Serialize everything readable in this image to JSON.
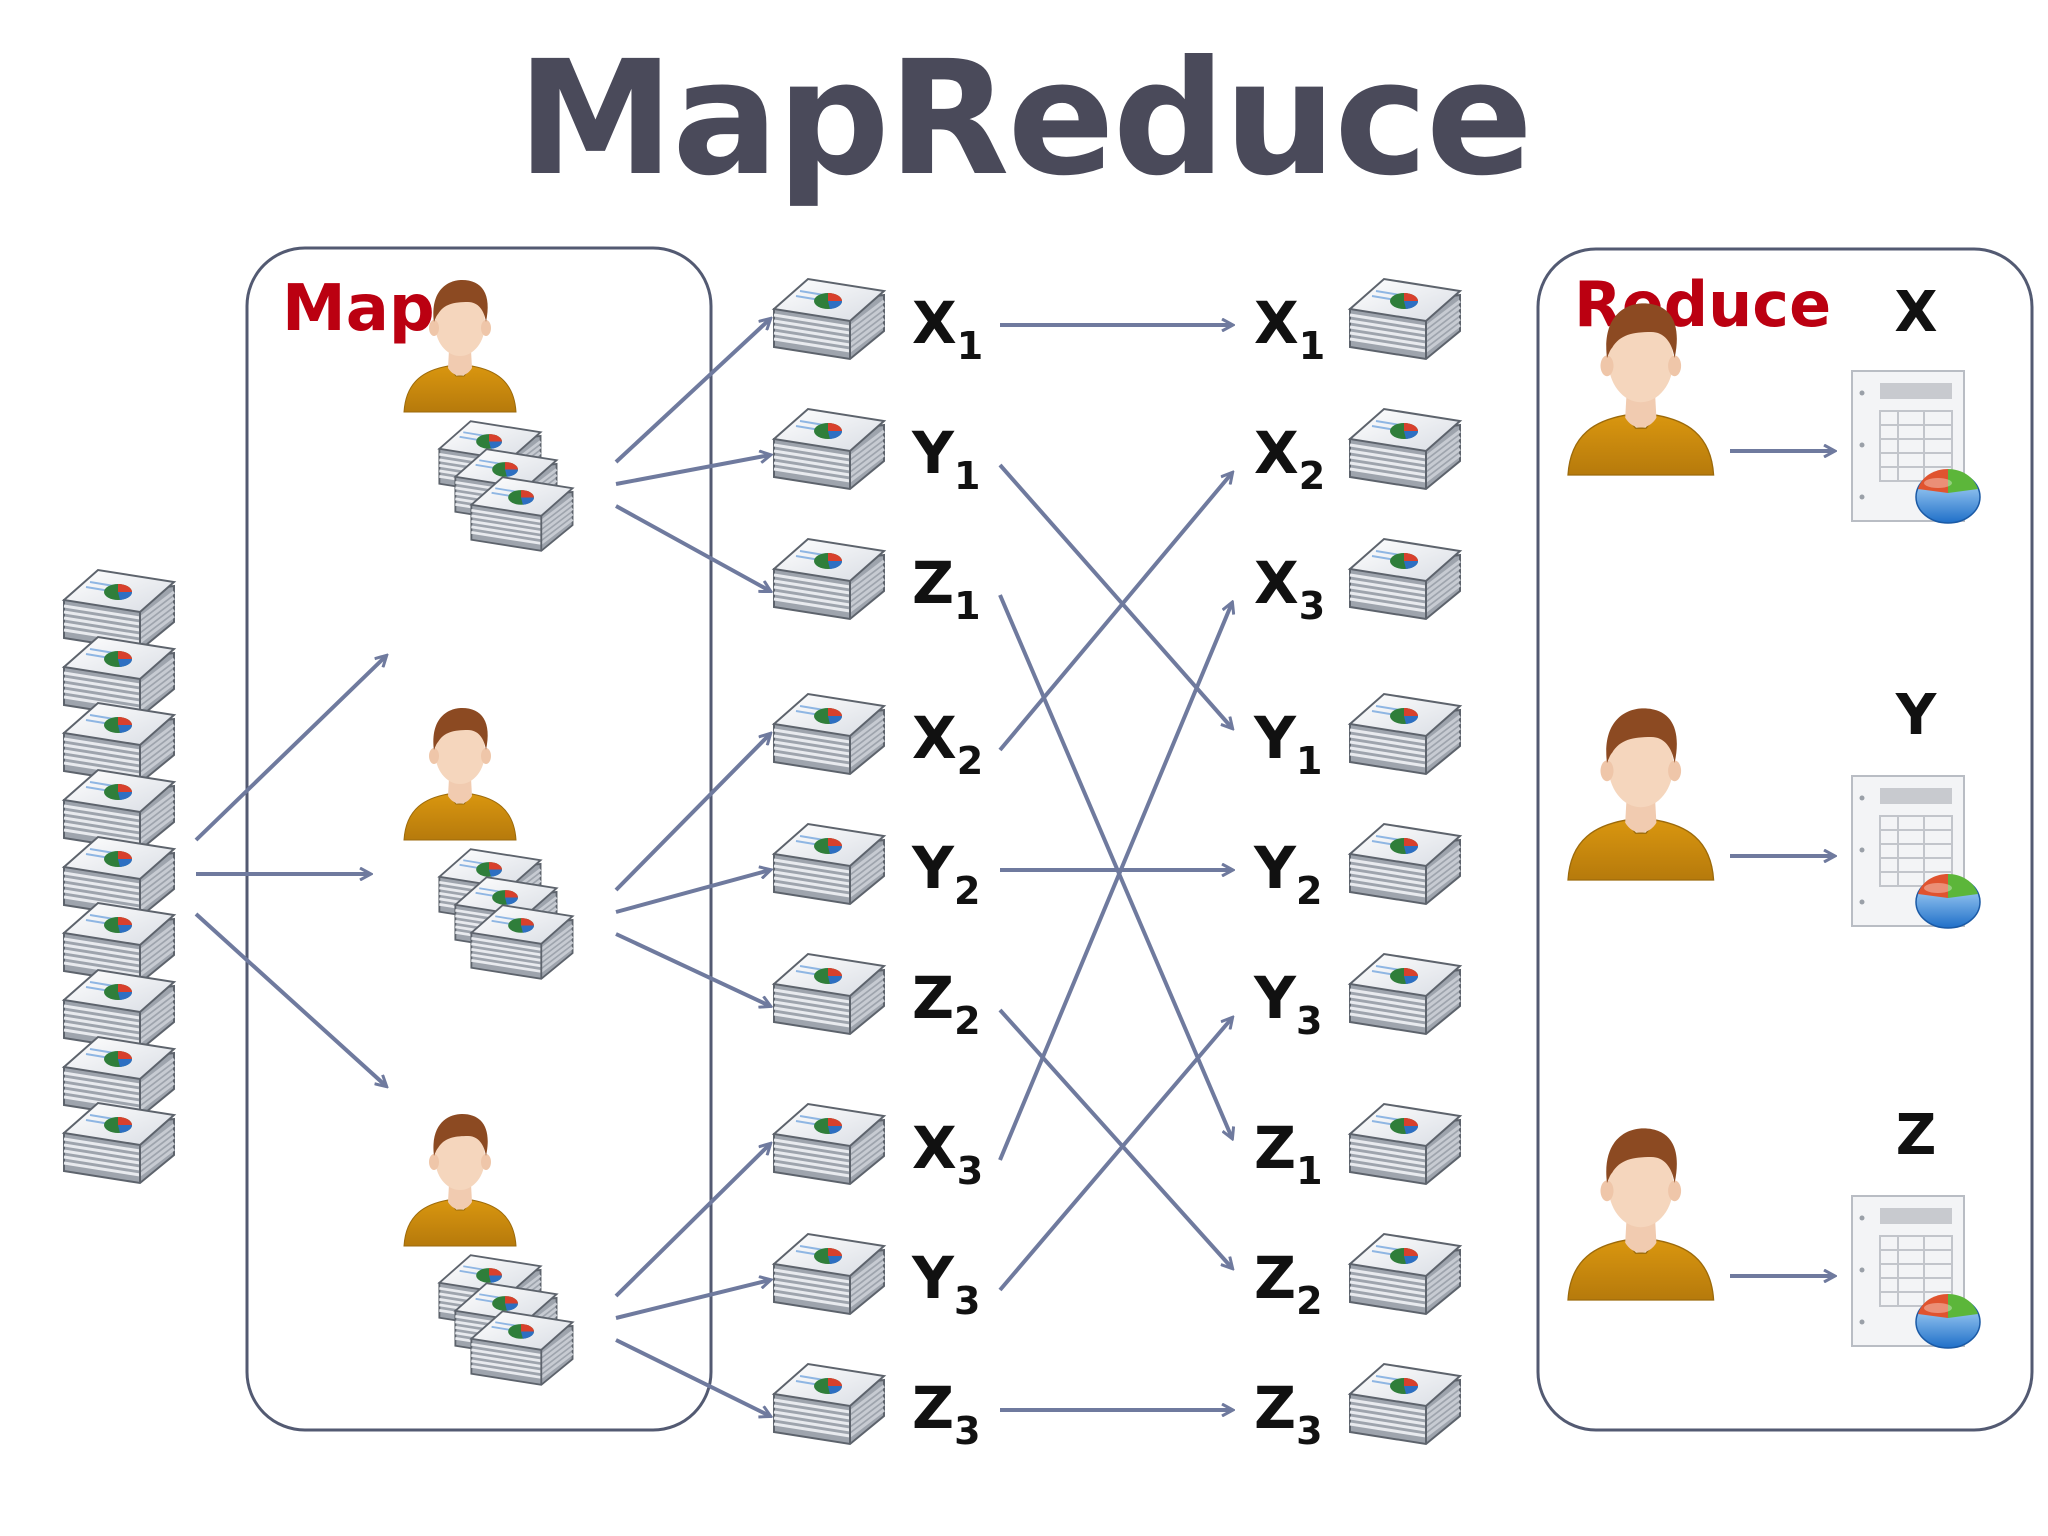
{
  "title": "MapReduce",
  "map_label": "Map",
  "reduce_label": "Reduce",
  "colors": {
    "title": "#4a4a5a",
    "accent_red": "#bb0011",
    "arrow": "#6f7a9e",
    "box_border": "#535a72",
    "shirt": "#c98a10",
    "skin": "#f5d3b8",
    "hair": "#8c4a22"
  },
  "intermediate_left": [
    {
      "letter": "X",
      "sub": "1"
    },
    {
      "letter": "Y",
      "sub": "1"
    },
    {
      "letter": "Z",
      "sub": "1"
    },
    {
      "letter": "X",
      "sub": "2"
    },
    {
      "letter": "Y",
      "sub": "2"
    },
    {
      "letter": "Z",
      "sub": "2"
    },
    {
      "letter": "X",
      "sub": "3"
    },
    {
      "letter": "Y",
      "sub": "3"
    },
    {
      "letter": "Z",
      "sub": "3"
    }
  ],
  "intermediate_right": [
    {
      "letter": "X",
      "sub": "1"
    },
    {
      "letter": "X",
      "sub": "2"
    },
    {
      "letter": "X",
      "sub": "3"
    },
    {
      "letter": "Y",
      "sub": "1"
    },
    {
      "letter": "Y",
      "sub": "2"
    },
    {
      "letter": "Y",
      "sub": "3"
    },
    {
      "letter": "Z",
      "sub": "1"
    },
    {
      "letter": "Z",
      "sub": "2"
    },
    {
      "letter": "Z",
      "sub": "3"
    }
  ],
  "reduce_outputs": [
    "X",
    "Y",
    "Z"
  ],
  "icons": {
    "input": "document-stack-icon",
    "mapper": "person-icon",
    "intermediate": "document-stack-icon",
    "output": "report-chart-icon"
  }
}
